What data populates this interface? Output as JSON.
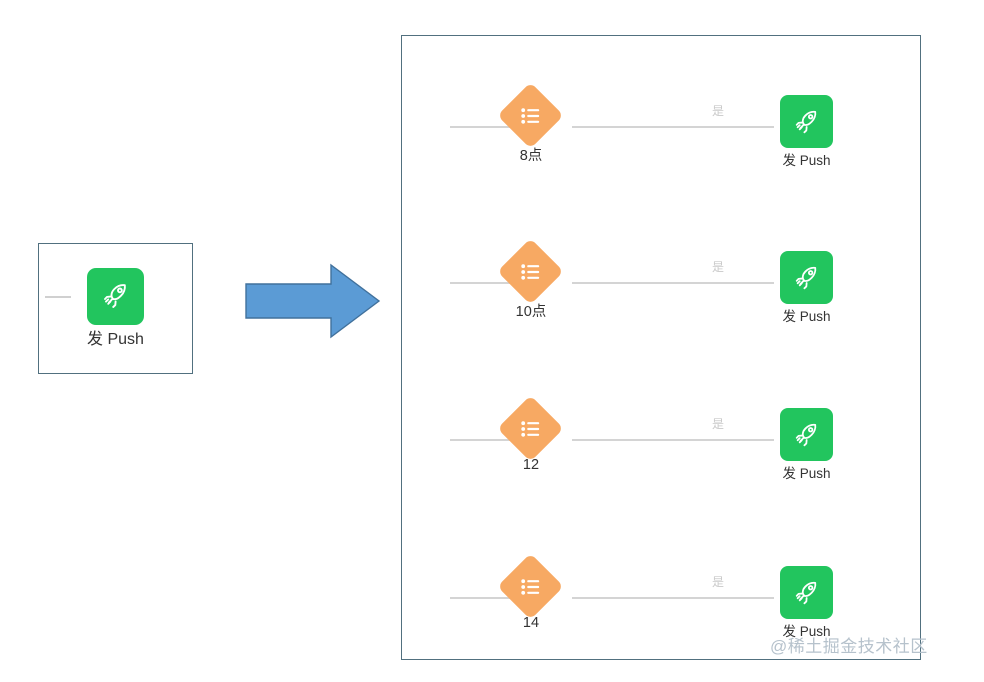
{
  "colors": {
    "panel_border": "#51707f",
    "diamond_orange": "#f7a963",
    "push_green": "#22c55e",
    "arrow_blue": "#5b9bd5",
    "arrow_blue_border": "#41719c",
    "connector_gray": "#d4d4d4",
    "yes_label_gray": "#c9c9c9",
    "watermark_gray": "#b6c2cc"
  },
  "left_card": {
    "node": {
      "icon": "rocket-icon",
      "label": "发 Push"
    }
  },
  "arrow": {
    "icon": "right-arrow-icon",
    "direction": "right"
  },
  "right_panel": {
    "rows": [
      {
        "diamond_icon": "list-icon",
        "diamond_label": "8点",
        "connector_label": "是",
        "push_icon": "rocket-icon",
        "push_label": "发 Push"
      },
      {
        "diamond_icon": "list-icon",
        "diamond_label": "10点",
        "connector_label": "是",
        "push_icon": "rocket-icon",
        "push_label": "发 Push"
      },
      {
        "diamond_icon": "list-icon",
        "diamond_label": "12",
        "connector_label": "是",
        "push_icon": "rocket-icon",
        "push_label": "发 Push"
      },
      {
        "diamond_icon": "list-icon",
        "diamond_label": "14",
        "connector_label": "是",
        "push_icon": "rocket-icon",
        "push_label": "发 Push"
      }
    ]
  },
  "watermark": {
    "text": "@稀土掘金技术社区"
  }
}
